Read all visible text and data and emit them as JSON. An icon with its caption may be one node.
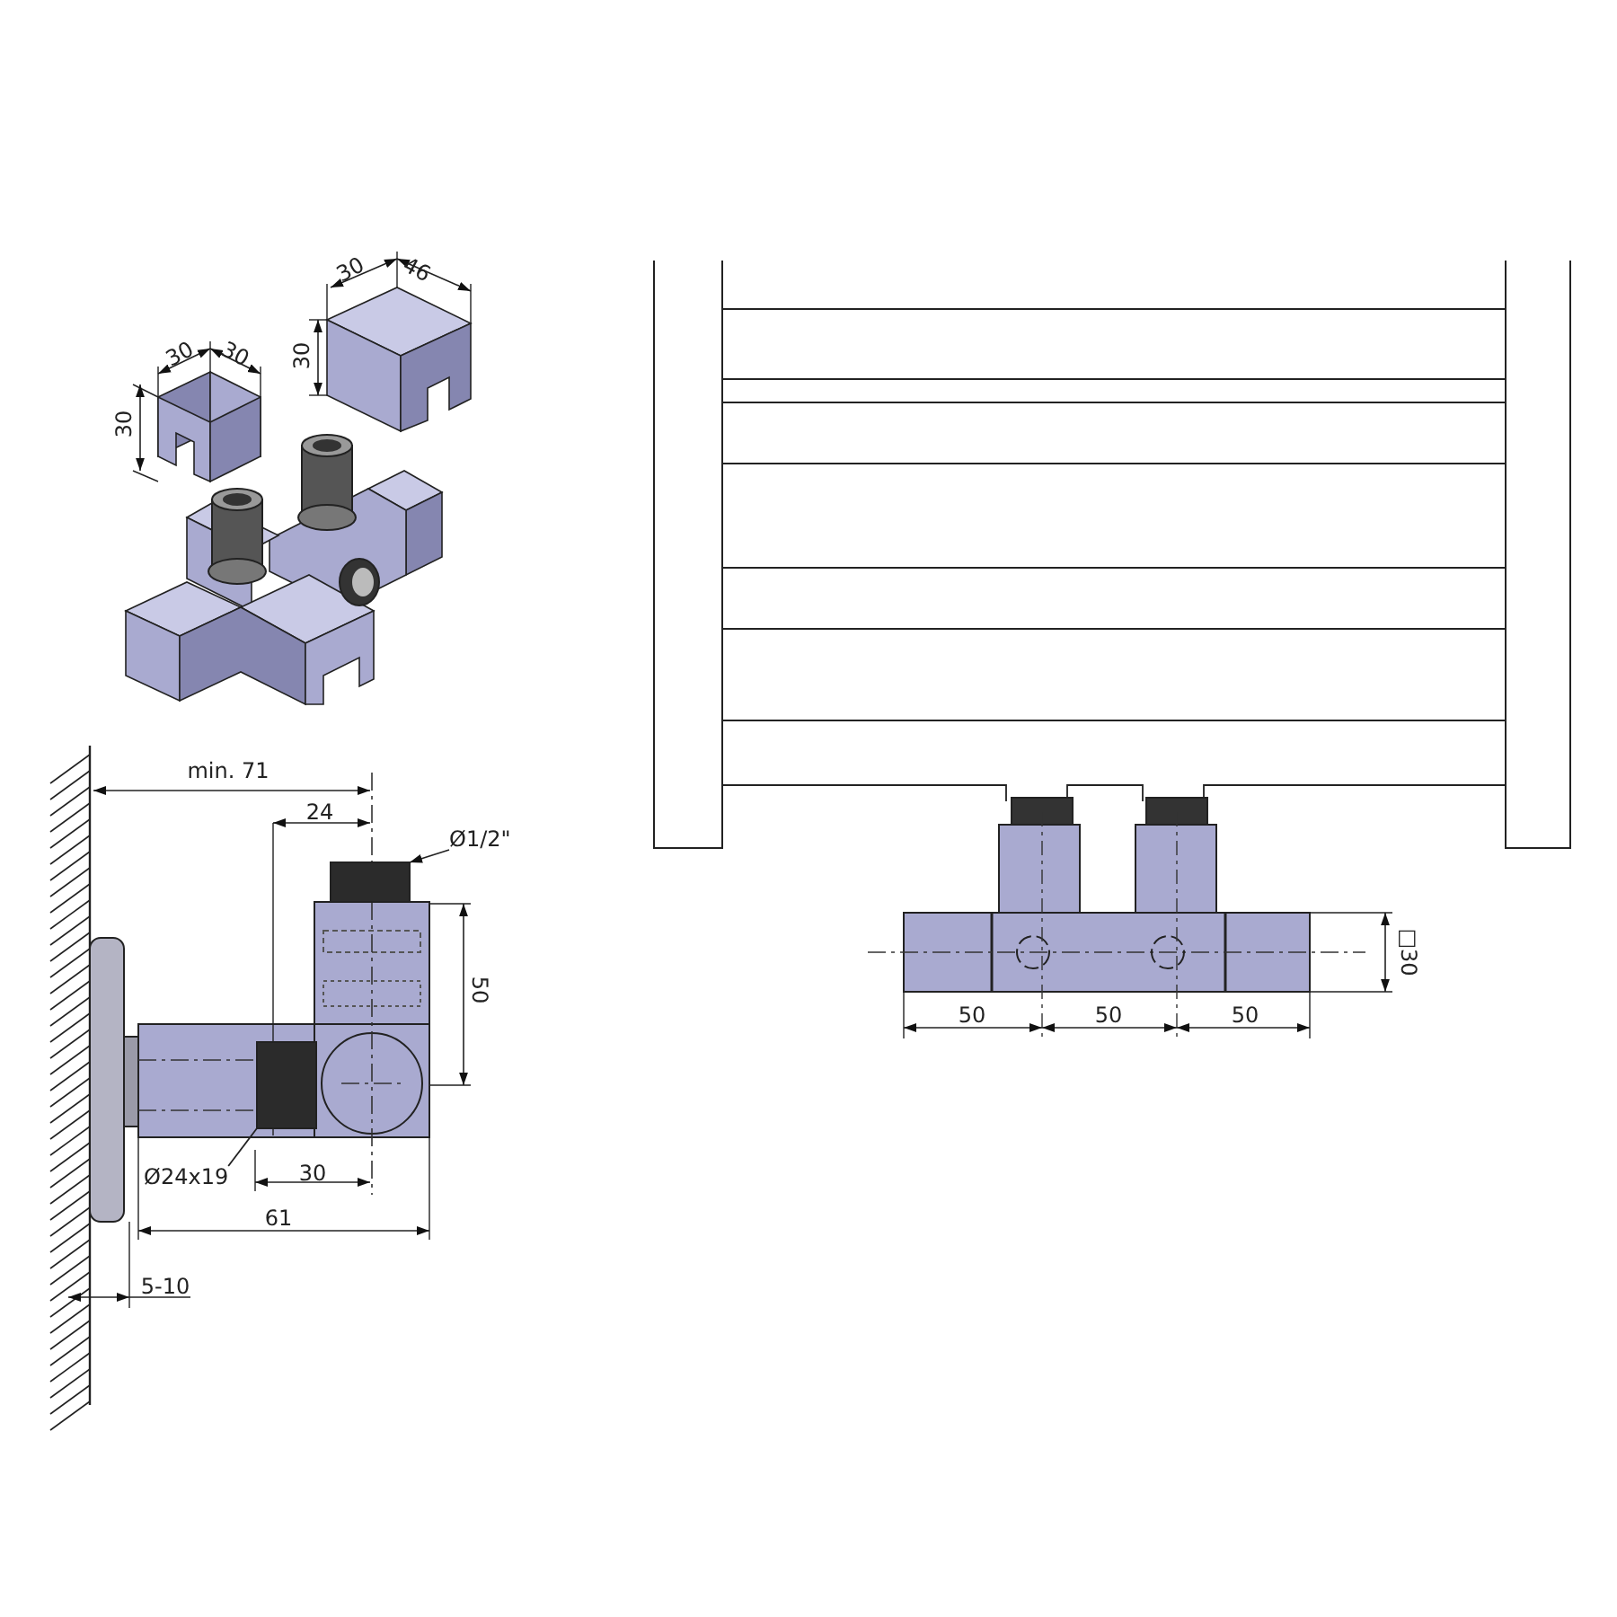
{
  "diagram": {
    "nodes": [
      {
        "text": [
          "Ø1/2\""
        ]
      },
      {
        "text": [],
        "shape": "box"
      },
      {
        "text": [
          "Ø24x19"
        ]
      },
      {
        "text": [],
        "shape": "box"
      }
    ],
    "edges": [
      {
        "from": 0,
        "to": 1,
        "arrow": "to"
      },
      {
        "from": 2,
        "to": 3,
        "arrow": "none"
      }
    ],
    "labels": [
      "30",
      "46",
      "30",
      "30",
      "30",
      "30",
      "min. 71",
      "24",
      "50",
      "□30",
      "50",
      "50",
      "50",
      "30",
      "61",
      "5-10"
    ]
  }
}
